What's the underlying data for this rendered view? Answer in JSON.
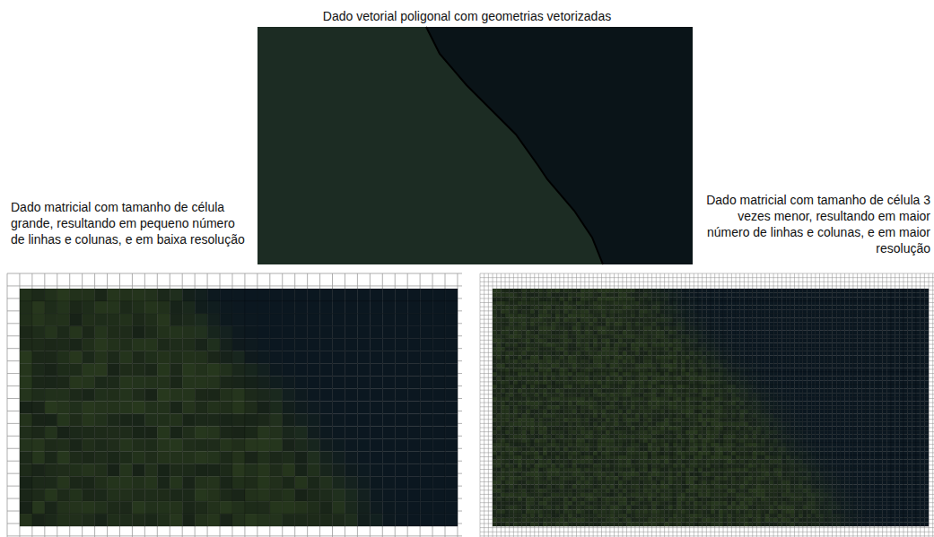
{
  "diagram": {
    "labels": [
      "Dado vetorial poligonal com geometrias vetorizadas",
      "Dado matricial com tamanho de célula grande, resultando em pequeno número de linhas e colunas, e em baixa resolução",
      "Dado matricial com tamanho de célula 3 vezes menor, resultando em maior número de linhas e colunas, e em maior resolução"
    ]
  }
}
